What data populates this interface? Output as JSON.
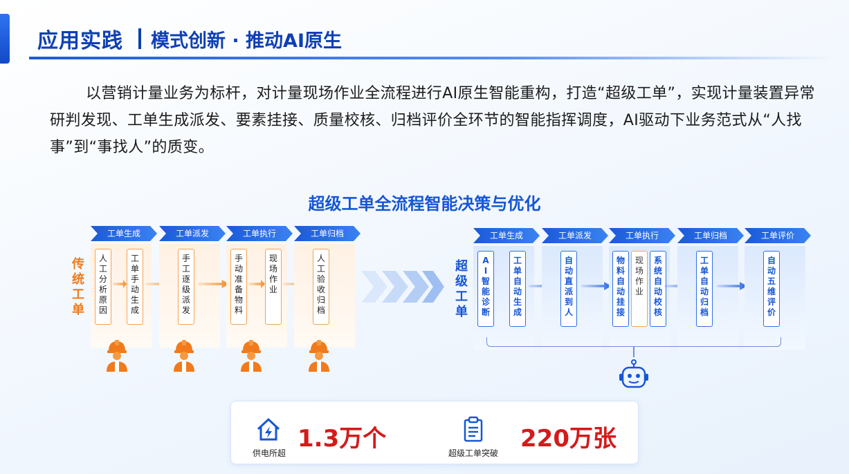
{
  "header": {
    "title": "应用实践",
    "subtitle": "模式创新 · 推动AI原生"
  },
  "intro": "以营销计量业务为标杆，对计量现场作业全流程进行AI原生智能重构，打造“超级工单”，实现计量装置异常研判发现、工单生成派发、要素挂接、质量校核、归档评价全环节的智能指挥调度，AI驱动下业务范式从“人找事”到“事找人”的质变。",
  "diagram": {
    "title": "超级工单全流程智能决策与优化",
    "traditional": {
      "label": "传统工单",
      "stages": [
        {
          "name": "工单生成",
          "items": [
            "人工分析原因",
            "工单手动生成"
          ]
        },
        {
          "name": "工单派发",
          "items": [
            "手工逐级派发"
          ]
        },
        {
          "name": "工单执行",
          "items": [
            "手动准备物料",
            "现场作业"
          ]
        },
        {
          "name": "工单归档",
          "items": [
            "人工验收归档"
          ]
        }
      ]
    },
    "super": {
      "label": "超级工单",
      "stages": [
        {
          "name": "工单生成",
          "items": [
            "AI智能诊断",
            "工单自动生成"
          ]
        },
        {
          "name": "工单派发",
          "items": [
            "自动直派到人"
          ]
        },
        {
          "name": "工单执行",
          "items": [
            "物料自动挂接",
            "现场作业",
            "系统自动校核"
          ]
        },
        {
          "name": "工单归档",
          "items": [
            "工单自动归档"
          ]
        },
        {
          "name": "工单评价",
          "items": [
            "自动五维评价"
          ]
        }
      ]
    }
  },
  "stats": [
    {
      "caption": "供电所超",
      "value": "1.3万个",
      "icon": "house-lightning-icon"
    },
    {
      "caption": "超级工单突破",
      "value": "220万张",
      "icon": "clipboard-icon"
    }
  ],
  "colors": {
    "primary": "#1656d6",
    "orange": "#f07a1c",
    "red": "#d51a1a"
  }
}
